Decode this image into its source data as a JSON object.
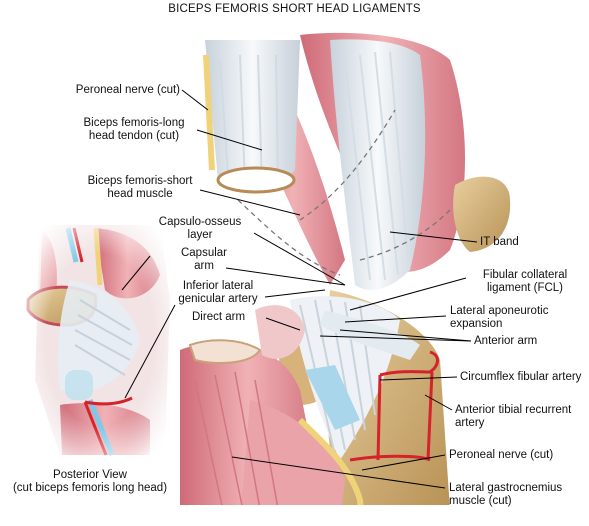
{
  "title": "BICEPS FEMORIS SHORT HEAD LIGAMENTS",
  "labels": {
    "peroneal_nerve_cut_top": "Peroneal nerve (cut)",
    "biceps_long_head_tendon": [
      "Biceps femoris-long",
      "head tendon (cut)"
    ],
    "biceps_short_head_muscle": [
      "Biceps femoris-short",
      "head muscle"
    ],
    "capsulo_osseus_layer": [
      "Capsulo-osseus",
      "layer"
    ],
    "capsular_arm": [
      "Capsular",
      "arm"
    ],
    "inferior_lateral_genicular_artery": [
      "Inferior lateral",
      "genicular artery"
    ],
    "direct_arm": "Direct arm",
    "it_band": "IT band",
    "fibular_collateral_ligament": [
      "Fibular collateral",
      "ligament (FCL)"
    ],
    "lateral_aponeurotic_expansion": [
      "Lateral aponeurotic",
      "expansion"
    ],
    "anterior_arm": "Anterior arm",
    "circumflex_fibular_artery": "Circumflex fibular artery",
    "anterior_tibial_recurrent_artery": [
      "Anterior tibial recurrent",
      "artery"
    ],
    "peroneal_nerve_cut_bottom": "Peroneal nerve (cut)",
    "lateral_gastrocnemius_muscle": [
      "Lateral gastrocnemius",
      "muscle (cut)"
    ],
    "posterior_view": [
      "Posterior View",
      "(cut biceps femoris long head)"
    ]
  },
  "colors": {
    "muscle": "#e48b93",
    "muscle_light": "#f3c4c6",
    "tendon": "#e9eef2",
    "bone": "#d9b882",
    "nerve": "#f0d27a",
    "artery": "#d4232a",
    "ligament_blue": "#a9d6ea",
    "leader": "#000000"
  }
}
